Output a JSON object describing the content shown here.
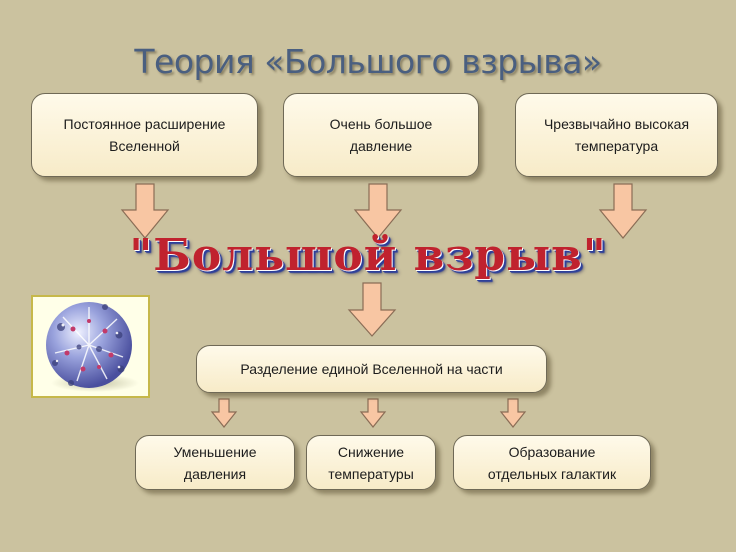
{
  "title": "Теория «Большого взрыва»",
  "causes": [
    {
      "lines": [
        "Постоянное расширение",
        "Вселенной"
      ]
    },
    {
      "lines": [
        "Очень большое",
        "давление"
      ]
    },
    {
      "lines": [
        "Чрезвычайно высокая",
        "температура"
      ]
    }
  ],
  "event": "\"Большой взрыв\"",
  "consequence": "Разделение единой Вселенной на части",
  "effects": [
    {
      "lines": [
        "Уменьшение",
        "давления"
      ]
    },
    {
      "lines": [
        "Снижение",
        "температуры"
      ]
    },
    {
      "lines": [
        "Образование",
        "отдельных галактик"
      ]
    }
  ],
  "colors": {
    "background": "#cbc29f",
    "box_fill": "#fffaea",
    "arrow_fill": "#f8c6a3",
    "title": "#4a5f80",
    "event_text": "#c0222e",
    "event_shadow": "#2d3f9a"
  },
  "picture_icon": "explosion-sphere-icon"
}
